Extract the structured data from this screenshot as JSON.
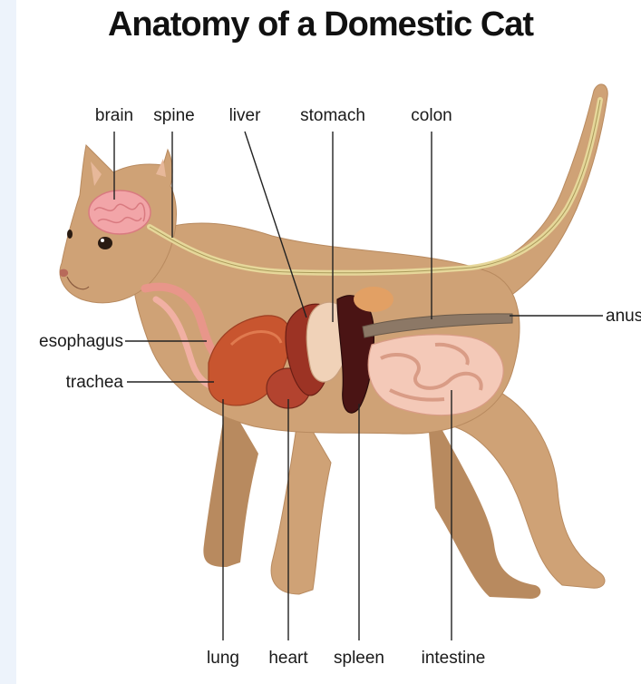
{
  "title": "Anatomy of a Domestic Cat",
  "labels": {
    "brain": "brain",
    "spine": "spine",
    "liver": "liver",
    "stomach": "stomach",
    "colon": "colon",
    "anus": "anus",
    "esophagus": "esophagus",
    "trachea": "trachea",
    "lung": "lung",
    "heart": "heart",
    "spleen": "spleen",
    "intestine": "intestine"
  },
  "colors": {
    "fur": "#cfa276",
    "fur_shade": "#b88a5f",
    "brain": "#f2a5a8",
    "organ_red": "#c8552f",
    "organ_dark": "#5a1a1a",
    "intestine": "#f4c9b8",
    "colon": "#8c7866",
    "spine": "#e6d79a"
  }
}
